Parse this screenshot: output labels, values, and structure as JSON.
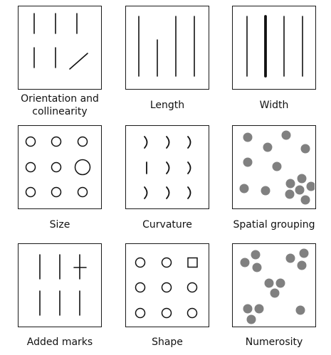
{
  "colors": {
    "stroke": "#111111",
    "dot": "#808080",
    "border": "#1a1a1a"
  },
  "panels": [
    {
      "id": "orientation",
      "caption": "Orientation and\ncollinearity"
    },
    {
      "id": "length",
      "caption": "Length"
    },
    {
      "id": "width",
      "caption": "Width"
    },
    {
      "id": "size",
      "caption": "Size"
    },
    {
      "id": "curvature",
      "caption": "Curvature"
    },
    {
      "id": "spatial-grouping",
      "caption": "Spatial grouping"
    },
    {
      "id": "added-marks",
      "caption": "Added marks"
    },
    {
      "id": "shape",
      "caption": "Shape"
    },
    {
      "id": "numerosity",
      "caption": "Numerosity"
    }
  ]
}
